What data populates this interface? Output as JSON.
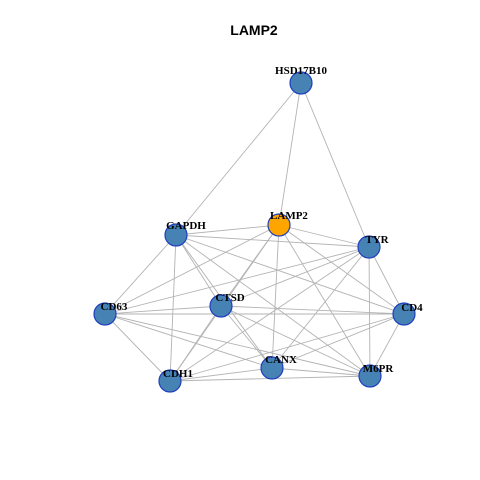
{
  "diagram": {
    "title": "LAMP2",
    "colors": {
      "default_node": "#4682b4",
      "focus_node": "#ffa500",
      "node_border": "#1f3fbf",
      "edge": "#b3b3b3"
    },
    "nodes": [
      {
        "id": "HSD17B10",
        "label": "HSD17B10",
        "focus": false
      },
      {
        "id": "LAMP2",
        "label": "LAMP2",
        "focus": true
      },
      {
        "id": "GAPDH",
        "label": "GAPDH",
        "focus": false
      },
      {
        "id": "TYR",
        "label": "TYR",
        "focus": false
      },
      {
        "id": "CD63",
        "label": "CD63",
        "focus": false
      },
      {
        "id": "CTSD",
        "label": "CTSD",
        "focus": false
      },
      {
        "id": "CD4",
        "label": "CD4",
        "focus": false
      },
      {
        "id": "CANX",
        "label": "CANX",
        "focus": false
      },
      {
        "id": "CDH1",
        "label": "CDH1",
        "focus": false
      },
      {
        "id": "M6PR",
        "label": "M6PR",
        "focus": false
      }
    ],
    "edges": [
      [
        "HSD17B10",
        "GAPDH"
      ],
      [
        "HSD17B10",
        "LAMP2"
      ],
      [
        "HSD17B10",
        "TYR"
      ],
      [
        "GAPDH",
        "LAMP2"
      ],
      [
        "GAPDH",
        "TYR"
      ],
      [
        "GAPDH",
        "CD63"
      ],
      [
        "GAPDH",
        "CTSD"
      ],
      [
        "GAPDH",
        "CD4"
      ],
      [
        "GAPDH",
        "CANX"
      ],
      [
        "GAPDH",
        "CDH1"
      ],
      [
        "GAPDH",
        "M6PR"
      ],
      [
        "LAMP2",
        "TYR"
      ],
      [
        "LAMP2",
        "CD63"
      ],
      [
        "LAMP2",
        "CTSD"
      ],
      [
        "LAMP2",
        "CD4"
      ],
      [
        "LAMP2",
        "CANX"
      ],
      [
        "LAMP2",
        "CDH1"
      ],
      [
        "LAMP2",
        "M6PR"
      ],
      [
        "TYR",
        "CD63"
      ],
      [
        "TYR",
        "CTSD"
      ],
      [
        "TYR",
        "CD4"
      ],
      [
        "TYR",
        "CANX"
      ],
      [
        "TYR",
        "CDH1"
      ],
      [
        "TYR",
        "M6PR"
      ],
      [
        "CD63",
        "CTSD"
      ],
      [
        "CD63",
        "CD4"
      ],
      [
        "CD63",
        "CDH1"
      ],
      [
        "CD63",
        "M6PR"
      ],
      [
        "CD63",
        "CANX"
      ],
      [
        "CTSD",
        "CD4"
      ],
      [
        "CTSD",
        "CANX"
      ],
      [
        "CTSD",
        "CDH1"
      ],
      [
        "CTSD",
        "M6PR"
      ],
      [
        "CD4",
        "CANX"
      ],
      [
        "CD4",
        "CDH1"
      ],
      [
        "CD4",
        "M6PR"
      ],
      [
        "CANX",
        "CDH1"
      ],
      [
        "CANX",
        "M6PR"
      ],
      [
        "CDH1",
        "M6PR"
      ]
    ]
  }
}
